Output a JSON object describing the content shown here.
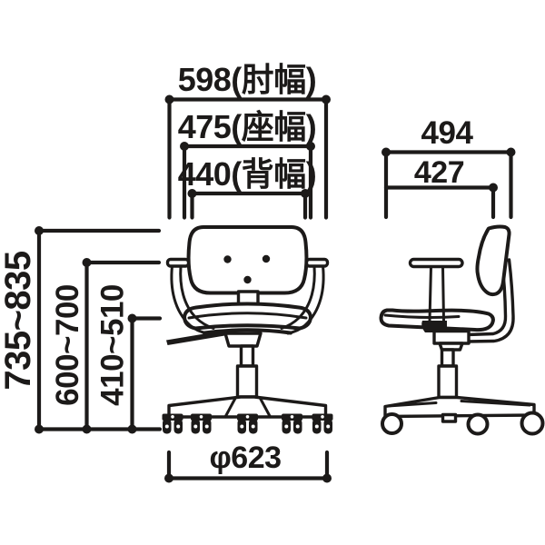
{
  "diagram": {
    "colors": {
      "ink": "#1c1a19",
      "background": "#ffffff"
    },
    "front_view": {
      "width_dimensions": [
        {
          "label": "598(肘幅)"
        },
        {
          "label": "475(座幅)"
        },
        {
          "label": "440(背幅)"
        }
      ],
      "height_dimensions": [
        {
          "label": "735~835"
        },
        {
          "label": "600~700"
        },
        {
          "label": "410~510"
        }
      ],
      "base_diameter": {
        "label": "φ623"
      }
    },
    "side_view": {
      "width_dimensions": [
        {
          "label": "494"
        },
        {
          "label": "427"
        }
      ]
    }
  }
}
